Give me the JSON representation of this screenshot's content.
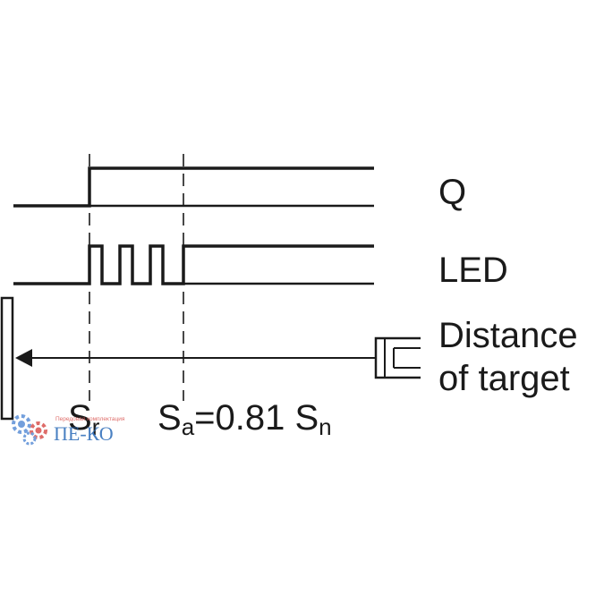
{
  "labels": {
    "q": "Q",
    "led": "LED",
    "distance_line1": "Distance",
    "distance_line2": "of target"
  },
  "axis_marks": {
    "sr_main": "S",
    "sr_sub": "r",
    "sa_main": "S",
    "sa_sub": "a",
    "sa_expr": "=0.81 S",
    "sn_sub": "n"
  },
  "watermark": {
    "small_text": "Передовая комплектация",
    "logo_text": "ПЕ-КО"
  }
}
